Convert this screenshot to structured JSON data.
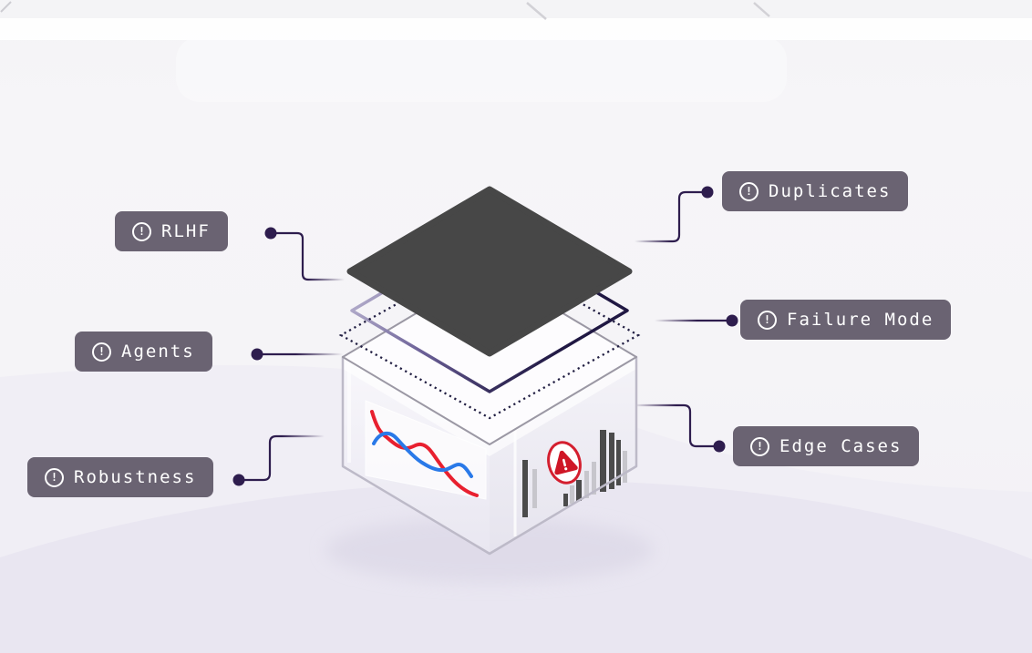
{
  "illustration": {
    "badges": {
      "left": [
        {
          "label": "RLHF"
        },
        {
          "label": "Agents"
        },
        {
          "label": "Robustness"
        }
      ],
      "right": [
        {
          "label": "Duplicates"
        },
        {
          "label": "Failure Mode"
        },
        {
          "label": "Edge Cases"
        }
      ]
    },
    "icon_glyph": "!",
    "colors": {
      "badge_bg": "#6a6372",
      "badge_text": "#ffffff",
      "connector": "#2e1d4e",
      "layer_dark": "#474747",
      "layer_purple_dark": "#201843",
      "layer_purple_light": "#b7b1ce",
      "layer_dotted": "#211e42",
      "cube_edge_gray": "#9b98a4",
      "warning_red": "#d41f2f",
      "chart_line_red": "#e8202f",
      "chart_line_blue": "#2979e8",
      "background_dome": "#e9e6f1"
    }
  }
}
